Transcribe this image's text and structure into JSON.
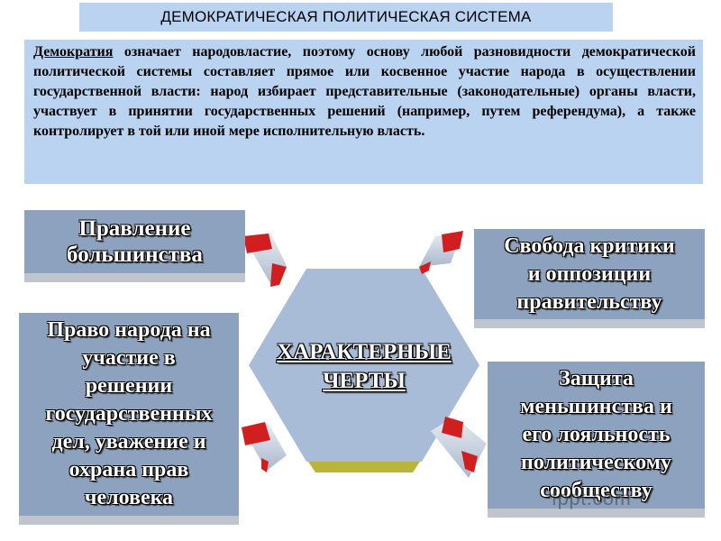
{
  "title": "ДЕМОКРАТИЧЕСКАЯ ПОЛИТИЧЕСКАЯ СИСТЕМА",
  "definition": {
    "term": "Демократия",
    "text": " означает народовластие, поэтому основу любой разновидности демократической политической системы составляет прямое или косвенное участие народа в осуществлении государственной власти: народ избирает представительные (законодательные) органы власти, участвует в принятии государственных решений (например, путем референдума), а также контролирует в той или иной мере исполнительную власть."
  },
  "center": {
    "line1": "ХАРАКТЕРНЫЕ",
    "line2": "ЧЕРТЫ"
  },
  "features": {
    "majority": [
      "Правление",
      "большинства"
    ],
    "rights": [
      "Право народа на",
      "участие в",
      "решении",
      "государственных",
      "дел, уважение и",
      "охрана прав",
      "человека"
    ],
    "criticism": [
      "Свобода критики",
      "и оппозиции",
      "правительству"
    ],
    "minority": [
      "Защита",
      "меньшинства и",
      "его лояльность",
      "политическому",
      "сообществу"
    ]
  },
  "watermark": "fppt.com",
  "colors": {
    "box_light": "#b9d3f0",
    "card": "#8ca2bf",
    "hexagon": "#a8bcd7",
    "arrow_red": "#d11f1f",
    "hex_base": "#b9b43a"
  }
}
